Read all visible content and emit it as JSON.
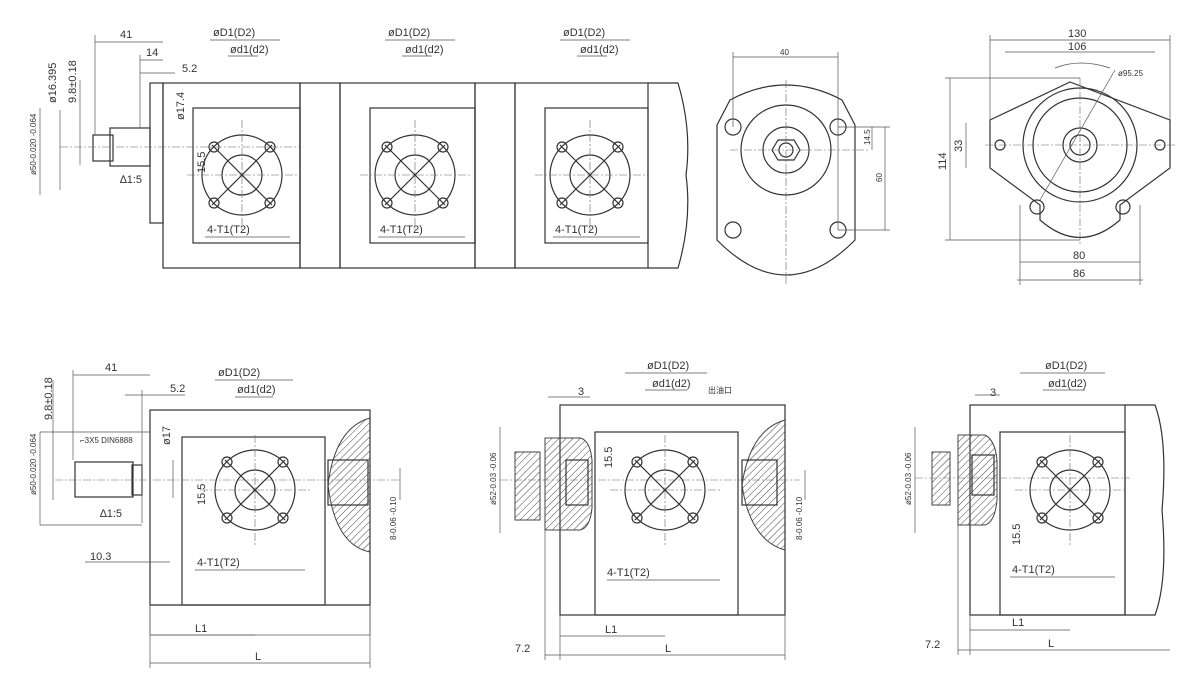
{
  "common": {
    "D1": "øD1(D2)",
    "d1": "ød1(d2)",
    "port_thread": "4-T1(T2)",
    "L1": "L1",
    "L": "L",
    "d155": "15.5"
  },
  "view_a": {
    "d41": "41",
    "d14": "14",
    "d52": "5.2",
    "d16": "ø16.395",
    "d98": "9.8±0.18",
    "d174": "ø17.4",
    "d50": "ø50-0.020 -0.064",
    "taper": "∆1:5"
  },
  "view_b": {
    "d40": "40",
    "d145": "14.5",
    "d60": "60"
  },
  "view_c": {
    "d130": "130",
    "d106": "106",
    "d9525": "ø95.25",
    "d114": "114",
    "d33": "33",
    "d80": "80",
    "d86": "86"
  },
  "view_d": {
    "d41": "41",
    "d52": "5.2",
    "d98": "9.8±0.18",
    "d17": "ø17",
    "d50": "ø50-0.020 -0.064",
    "key": "⌐3X5 DIN6888",
    "taper": "∆1:5",
    "d103": "10.3",
    "d8": "8-0.06 -0.10"
  },
  "view_e": {
    "d3": "3",
    "outlet": "出油口",
    "d52": "ø52-0.03 -0.06",
    "d72": "7.2",
    "d8": "8-0.06 -0.10"
  },
  "view_f": {
    "d3": "3",
    "d52": "ø52-0.03 -0.06",
    "d72": "7.2"
  }
}
